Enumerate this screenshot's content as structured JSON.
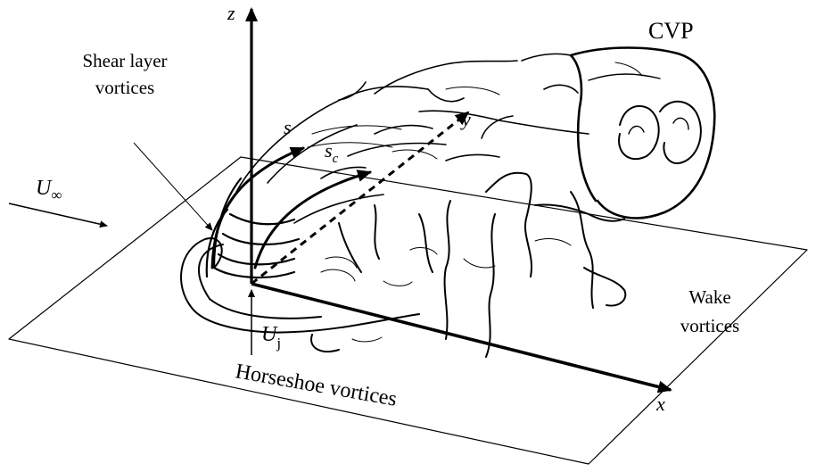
{
  "labels": {
    "cvp": "CVP",
    "shear_line1": "Shear layer",
    "shear_line2": "vortices",
    "u_inf_base": "U",
    "u_inf_sub": "∞",
    "uj_base": "U",
    "uj_sub": "j",
    "horseshoe": "Horseshoe vortices",
    "wake_line1": "Wake",
    "wake_line2": "vortices"
  },
  "axes": {
    "z": "z",
    "x": "x",
    "y": "y",
    "s": "s",
    "sc_base": "s",
    "sc_sub": "c"
  },
  "colors": {
    "ink": "#000000",
    "background": "#ffffff"
  }
}
